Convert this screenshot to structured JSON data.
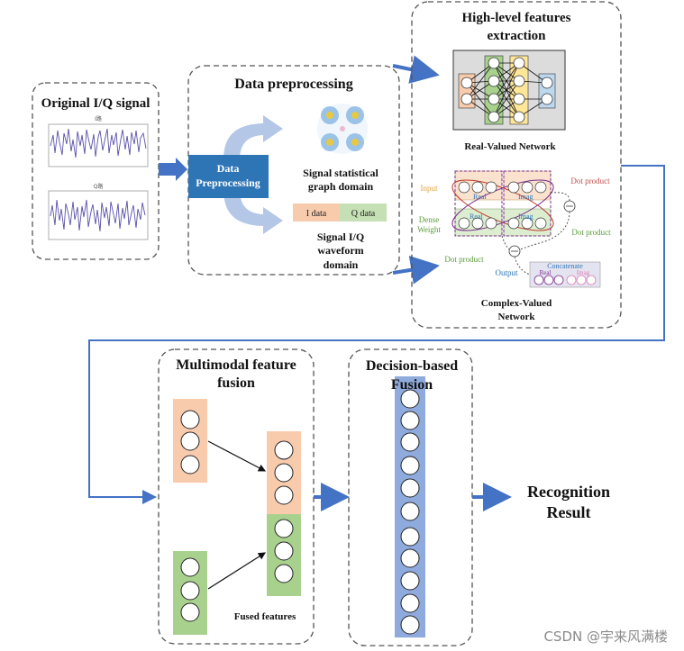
{
  "panels": {
    "original": {
      "title": "Original I/Q signal",
      "plot_top_title": "I路",
      "plot_bottom_title": "Q路"
    },
    "preprocessing": {
      "title": "Data preprocessing",
      "box_label_line1": "Data",
      "box_label_line2": "Preprocessing",
      "graph_domain_line1": "Signal statistical",
      "graph_domain_line2": "graph domain",
      "i_data": "I data",
      "q_data": "Q data",
      "waveform_line1": "Signal I/Q",
      "waveform_line2": "waveform",
      "waveform_line3": "domain"
    },
    "features": {
      "title_line1": "High-level features",
      "title_line2": "extraction",
      "real_network": "Real-Valued Network",
      "complex_line1": "Complex-Valued",
      "complex_line2": "Network",
      "input": "Input",
      "dense_line1": "Dense",
      "dense_line2": "Weight",
      "real": "Real",
      "imag": "Imag",
      "dot_product": "Dot product",
      "output": "Output",
      "concatenate": "Concatenate"
    },
    "fusion": {
      "title_line1": "Multimodal feature",
      "title_line2": "fusion",
      "fused": "Fused features"
    },
    "decision": {
      "title_line1": "Decision-based",
      "title_line2": "Fusion"
    },
    "result": {
      "line1": "Recognition",
      "line2": "Result"
    }
  },
  "watermark": "CSDN @宇来风满楼",
  "colors": {
    "arrow": "#4472c4",
    "orange": "#f7c9a8",
    "green": "#a9d18e",
    "blue": "#8faadc",
    "box": "#2e75b6",
    "iq_orange": "#f8cbad",
    "iq_green": "#c5e0b4"
  }
}
